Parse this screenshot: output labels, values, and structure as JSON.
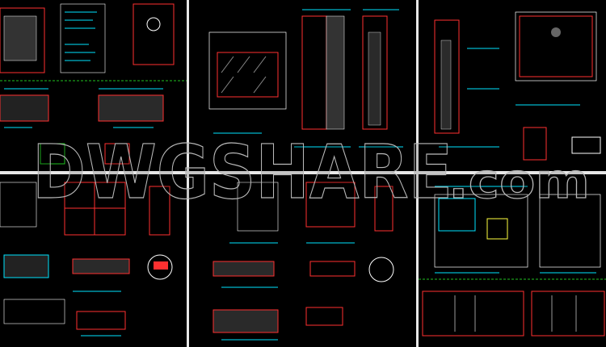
{
  "watermark": {
    "text": "DWGSHARE",
    "suffix": ".com"
  },
  "colors": {
    "background": "#000000",
    "separator": "#e8e8e8",
    "wall": "#ff3030",
    "dimension": "#00e5ff",
    "frame": "#20c020",
    "outline": "#ffffff",
    "accent": "#ffff40"
  },
  "panels": [
    {
      "name": "sheet-top-left"
    },
    {
      "name": "sheet-top-center"
    },
    {
      "name": "sheet-top-right"
    },
    {
      "name": "sheet-bottom-left"
    },
    {
      "name": "sheet-bottom-center"
    },
    {
      "name": "sheet-bottom-right"
    }
  ]
}
